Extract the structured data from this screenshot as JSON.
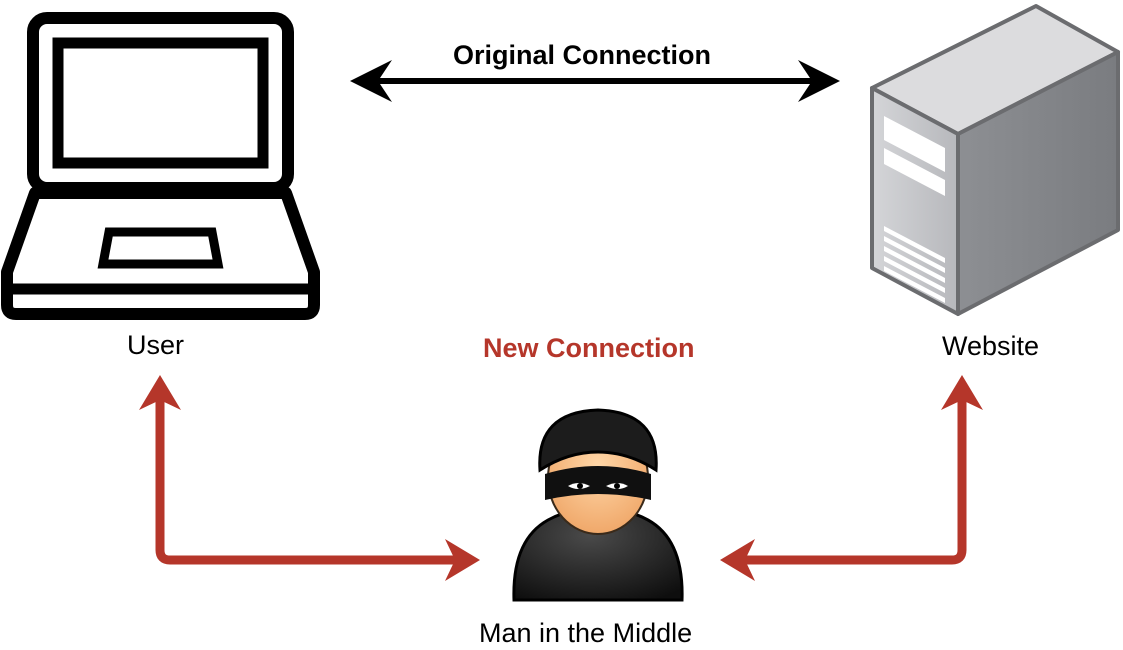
{
  "diagram": {
    "nodes": {
      "user": {
        "label": "User",
        "icon": "laptop-icon"
      },
      "website": {
        "label": "Website",
        "icon": "server-icon"
      },
      "mitm": {
        "label": "Man in the Middle",
        "icon": "attacker-icon"
      }
    },
    "connections": {
      "original": {
        "label": "Original Connection",
        "color": "#000000",
        "from": "User",
        "to": "Website"
      },
      "new": {
        "label": "New Connection",
        "color": "#b5362a",
        "from": "User",
        "via": "Man in the Middle",
        "to": "Website"
      }
    }
  }
}
